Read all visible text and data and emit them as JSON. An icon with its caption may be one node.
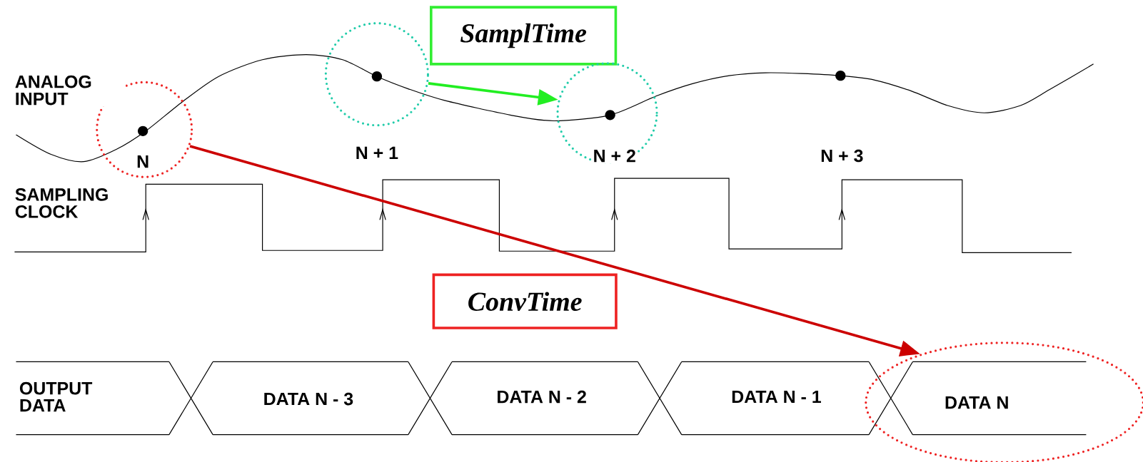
{
  "diagram": {
    "nodes": [
      {
        "text": [
          "SamplTime"
        ]
      },
      {
        "text": [
          "ConvTime"
        ]
      },
      {
        "text": [],
        "shape": "circle"
      },
      {
        "text": [],
        "shape": "circle"
      },
      {
        "text": [],
        "shape": "circle"
      },
      {
        "text": [],
        "shape": "ellipse"
      }
    ],
    "edges": [
      {
        "from": 3,
        "to": 4,
        "arrow": "to",
        "color": "#22ee22"
      },
      {
        "from": 2,
        "to": 5,
        "arrow": "to",
        "color": "#cc0000"
      }
    ],
    "labels": [
      "ANALOG INPUT",
      "N",
      "N + 1",
      "N + 2",
      "N + 3",
      "SAMPLING CLOCK",
      "OUTPUT DATA",
      "DATA N - 3",
      "DATA N - 2",
      "DATA N - 1",
      "DATA N"
    ]
  }
}
